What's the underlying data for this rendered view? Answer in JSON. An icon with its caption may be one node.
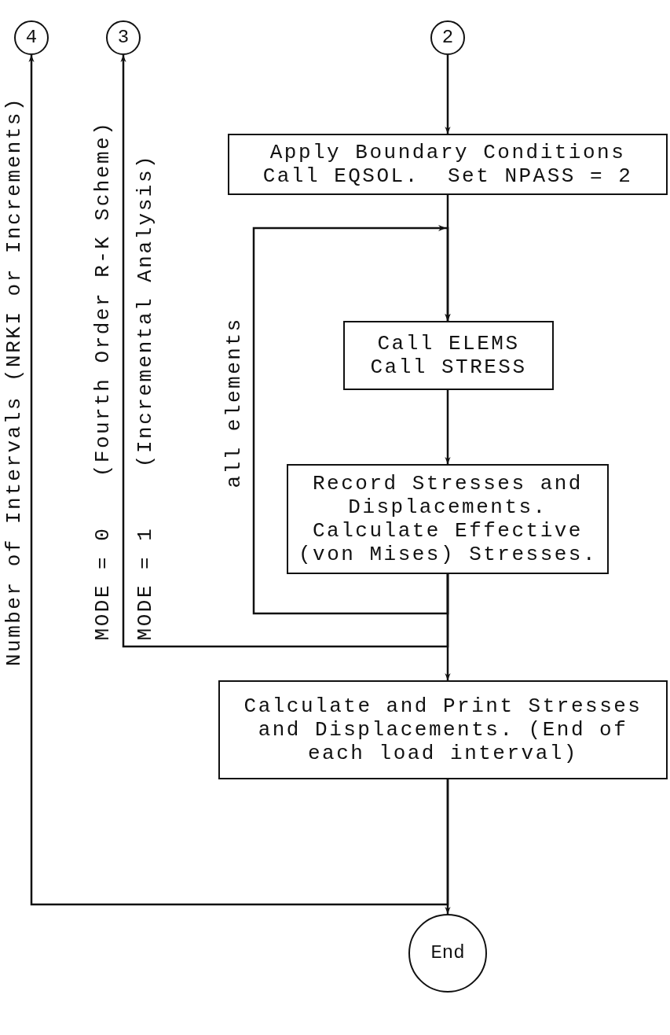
{
  "diagram": {
    "nodes": [
      {
        "text": [
          "4"
        ]
      },
      {
        "text": [
          "3"
        ]
      },
      {
        "text": [
          "2"
        ]
      },
      {
        "text": [
          "Apply Boundary Conditions Call EQSOL.  Set NPASS = 2"
        ]
      },
      {
        "text": [
          "Call ELEMS Call STRESS"
        ]
      },
      {
        "text": [
          "Record Stresses and Displacements. Calculate Effective (von Mises) Stresses."
        ]
      },
      {
        "text": [
          "Calculate and Print Stresses and Displacements. (End of each load interval)"
        ]
      },
      {
        "text": [
          "End"
        ]
      }
    ],
    "edges": [
      {
        "from": 2,
        "to": 3,
        "arrow": "to"
      },
      {
        "from": 3,
        "to": 4,
        "arrow": "to"
      },
      {
        "from": 4,
        "to": 5,
        "arrow": "to"
      },
      {
        "from": 5,
        "to": 4,
        "arrow": "to",
        "label": "all elements"
      },
      {
        "from": 5,
        "to": 6,
        "arrow": "to"
      },
      {
        "from": 5,
        "to": 1,
        "arrow": "to"
      },
      {
        "from": 6,
        "to": 7,
        "arrow": "to"
      },
      {
        "from": 6,
        "to": 0,
        "arrow": "to",
        "label": "Number of Intervals (NRKI or Increments)"
      }
    ],
    "labels": [
      "MODE = 0",
      "(Fourth Order R-K Scheme)",
      "MODE = 1",
      "(Incremental Analysis)"
    ]
  }
}
